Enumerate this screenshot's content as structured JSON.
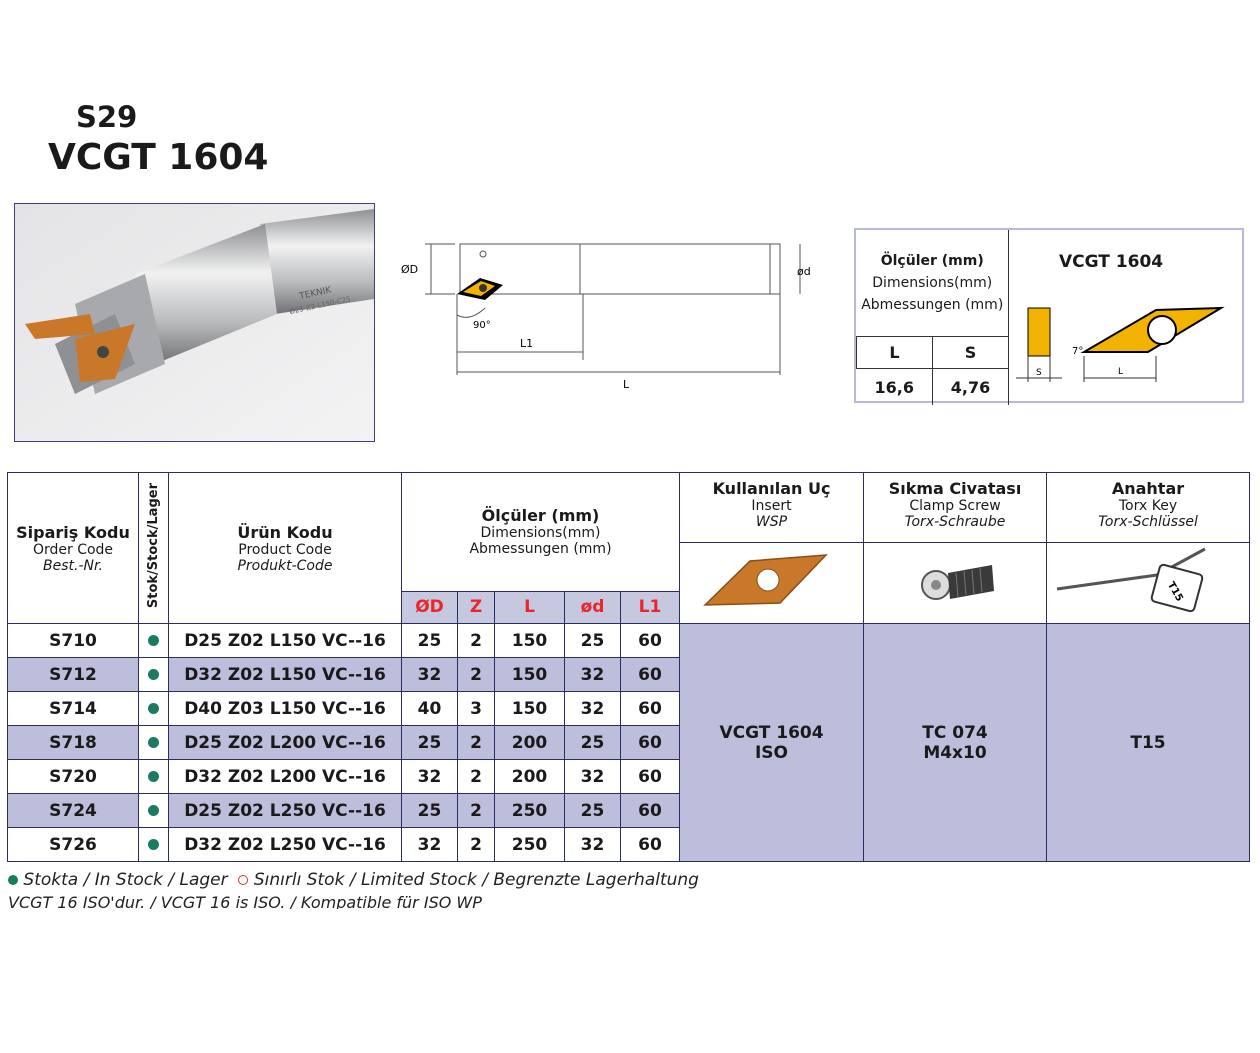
{
  "header": {
    "series": "S29",
    "insert_type": "VCGT 1604"
  },
  "photo": {
    "brand": "TEKNIK",
    "marking": "Ø25-Z2-L150-C25"
  },
  "drawing": {
    "dD": "ØD",
    "dd": "ød",
    "angle": "90°",
    "l1": "L1",
    "l": "L"
  },
  "dimensions_box": {
    "title": "Ölçüler (mm)",
    "sub1": "Dimensions(mm)",
    "sub2": "Abmessungen (mm)",
    "insert_title": "VCGT 1604",
    "col_l": "L",
    "col_s": "S",
    "val_l": "16,6",
    "val_s": "4,76",
    "angle_label": "7°",
    "s_label": "S",
    "l_label": "L"
  },
  "table": {
    "order_code": {
      "tr": "Sipariş Kodu",
      "en": "Order Code",
      "de": "Best.-Nr."
    },
    "stock": "Stok/Stock/Lager",
    "product_code": {
      "tr": "Ürün Kodu",
      "en": "Product Code",
      "de": "Produkt-Code"
    },
    "dims": {
      "tr": "Ölçüler (mm)",
      "en": "Dimensions(mm)",
      "de": "Abmessungen (mm)"
    },
    "columns": [
      "ØD",
      "Z",
      "L",
      "ød",
      "L1"
    ],
    "insert": {
      "tr": "Kullanılan Uç",
      "en": "Insert",
      "de": "WSP"
    },
    "screw": {
      "tr": "Sıkma Civatası",
      "en": "Clamp Screw",
      "de": "Torx-Schraube"
    },
    "key": {
      "tr": "Anahtar",
      "en": "Torx Key",
      "de": "Torx-Schlüssel"
    },
    "key_label": "T15",
    "rows": [
      {
        "order": "S710",
        "code": "D25 Z02 L150 VC--16",
        "D": "25",
        "Z": "2",
        "L": "150",
        "d": "25",
        "L1": "60"
      },
      {
        "order": "S712",
        "code": "D32 Z02 L150 VC--16",
        "D": "32",
        "Z": "2",
        "L": "150",
        "d": "32",
        "L1": "60"
      },
      {
        "order": "S714",
        "code": "D40 Z03 L150 VC--16",
        "D": "40",
        "Z": "3",
        "L": "150",
        "d": "32",
        "L1": "60"
      },
      {
        "order": "S718",
        "code": "D25 Z02 L200 VC--16",
        "D": "25",
        "Z": "2",
        "L": "200",
        "d": "25",
        "L1": "60"
      },
      {
        "order": "S720",
        "code": "D32 Z02 L200 VC--16",
        "D": "32",
        "Z": "2",
        "L": "200",
        "d": "32",
        "L1": "60"
      },
      {
        "order": "S724",
        "code": "D25 Z02 L250 VC--16",
        "D": "25",
        "Z": "2",
        "L": "250",
        "d": "25",
        "L1": "60"
      },
      {
        "order": "S726",
        "code": "D32 Z02 L250 VC--16",
        "D": "32",
        "Z": "2",
        "L": "250",
        "d": "32",
        "L1": "60"
      }
    ],
    "insert_value": {
      "line1": "VCGT 1604",
      "line2": "ISO"
    },
    "screw_value": {
      "line1": "TC 074",
      "line2": "M4x10"
    },
    "key_value": "T15"
  },
  "legend": {
    "in_stock": "Stokta / In Stock / Lager",
    "limited": "Sınırlı Stok / Limited Stock / Begrenzte Lagerhaltung",
    "note": "VCGT 16 ISO'dur. / VCGT 16 is ISO. / Kompatible für ISO WP"
  },
  "colors": {
    "insert_orange": "#c9782a",
    "insert_yellow": "#f2b200",
    "stock_green": "#1b7a61",
    "row_shade": "#bcbedb",
    "border": "#2a2d5f"
  }
}
